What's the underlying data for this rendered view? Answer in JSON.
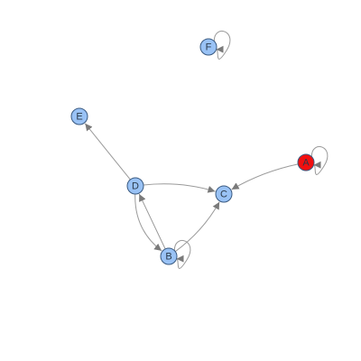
{
  "graph": {
    "directed": true,
    "colors": {
      "default_node": "#99c2f5",
      "highlight_node": "#f20f0f",
      "edge": "#9a9a9a",
      "arrow": "#7a7a7a",
      "node_border": "#3a5a80",
      "label": "#2b3a4a"
    },
    "nodes": [
      {
        "id": "A",
        "label": "A",
        "highlighted": true
      },
      {
        "id": "B",
        "label": "B",
        "highlighted": false
      },
      {
        "id": "C",
        "label": "C",
        "highlighted": false
      },
      {
        "id": "D",
        "label": "D",
        "highlighted": false
      },
      {
        "id": "E",
        "label": "E",
        "highlighted": false
      },
      {
        "id": "F",
        "label": "F",
        "highlighted": false
      }
    ],
    "edges": [
      {
        "from": "A",
        "to": "A"
      },
      {
        "from": "A",
        "to": "C"
      },
      {
        "from": "B",
        "to": "B"
      },
      {
        "from": "B",
        "to": "C"
      },
      {
        "from": "B",
        "to": "D"
      },
      {
        "from": "D",
        "to": "B"
      },
      {
        "from": "D",
        "to": "C"
      },
      {
        "from": "D",
        "to": "E"
      },
      {
        "from": "F",
        "to": "F"
      }
    ]
  }
}
